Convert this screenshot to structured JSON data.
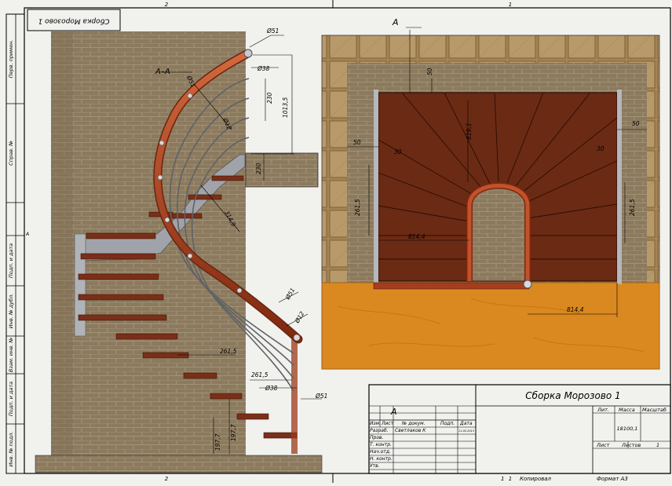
{
  "sheet": {
    "top_zone_left": "2",
    "top_zone_right": "1",
    "bottom_zone_left": "2",
    "bottom_zone_right": "1",
    "stamp_mirrored": "Сборка Морозово 1",
    "copy_label": "Копировал",
    "format_label": "Формат А3",
    "bottom_sheet_no": "1",
    "left_zone_marker": "А"
  },
  "left_strip": {
    "labels": [
      "Перв. примен.",
      "Справ. №",
      "Подп. и дата",
      "Инв. № дубл.",
      "Взам. инв. №",
      "Подп. и дата",
      "Инв. № подл."
    ]
  },
  "section_view": {
    "section_label": "А–А",
    "dimensions": [
      "Ø51",
      "Ø38",
      "Ø51",
      "Ø12",
      "230",
      "1013,5",
      "230",
      "314,9",
      "Ø51",
      "Ø12",
      "261,5",
      "261,5",
      "Ø38",
      "Ø51",
      "197,7",
      "197,7"
    ]
  },
  "plan_view": {
    "section_mark": "А",
    "dimensions": [
      "50",
      "50",
      "50",
      "30",
      "30",
      "819,1",
      "261,5",
      "261,5",
      "814,4",
      "814,4"
    ]
  },
  "title_block": {
    "title": "Сборка Морозово 1",
    "section_mark": "А",
    "header_cols": [
      "Изм.",
      "Лист",
      "№ докум.",
      "Подп.",
      "Дата"
    ],
    "rows": [
      "Разраб.",
      "Пров.",
      "Т. контр.",
      "Нач.отд.",
      "Н. контр.",
      "Утв."
    ],
    "developer": "Светлаков К",
    "date": "11.05.2013",
    "lit_label": "Лит.",
    "mass_label": "Масса",
    "scale_label": "Масштаб",
    "mass_value": "18100,1",
    "sheet_label": "Лист",
    "sheets_label": "Листов",
    "sheets_value": "1"
  },
  "colors": {
    "wall": "#8c7a5f",
    "brick_line": "#a89a7e",
    "stair_body": "#6b2a14",
    "handrail": "#a63d1c",
    "floor": "#d9891f",
    "tile": "#a48455",
    "frame": "#000000"
  }
}
